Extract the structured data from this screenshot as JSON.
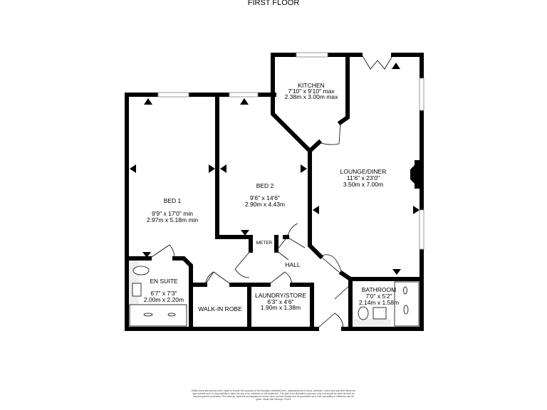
{
  "title": "FIRST FLOOR",
  "rooms": {
    "kitchen": {
      "name": "KITCHEN",
      "imperial": "7'10\"  x 9'10\" max",
      "metric": "2.38m  x 3.00m max"
    },
    "lounge": {
      "name": "LOUNGE/DINER",
      "imperial": "11'6\"  x 23'0\"",
      "metric": "3.50m  x 7.00m"
    },
    "bed1": {
      "name": "BED 1",
      "imperial": "9'9\"  x 17'0\" min",
      "metric": "2.97m  x 5.18m min"
    },
    "bed2": {
      "name": "BED 2",
      "imperial": "9'6\"  x 14'6\"",
      "metric": "2.90m  x 4.43m"
    },
    "ensuite": {
      "name": "EN SUITE",
      "imperial": "6'7\"  x 7'3\"",
      "metric": "2.00m  x 2.20m"
    },
    "walkin": {
      "name": "WALK-IN ROBE"
    },
    "laundry": {
      "name": "LAUNDRY/STORE",
      "imperial": "6'3\"  x 4'6\"",
      "metric": "1.90m  x 1.38m"
    },
    "bathroom": {
      "name": "BATHROOM",
      "imperial": "7'0\"  x 5'2\"",
      "metric": "2.14m  x 1.58m"
    },
    "hall": {
      "name": "HALL"
    },
    "meter": {
      "name": "METER"
    }
  },
  "disclaimer": "Whilst every attempt has been made to ensure the accuracy of the floorplan contained here, measurements of doors, windows, rooms and any other items are approximate and no responsibility is taken for any error, omission or mis-statement. This plan is for illustrative purposes only and should be used as such by any prospective purchaser. The services, systems and appliances shown have not been tested and no guarantee as to their operability or efficiency can be given. Made with Metropix ©2023"
}
